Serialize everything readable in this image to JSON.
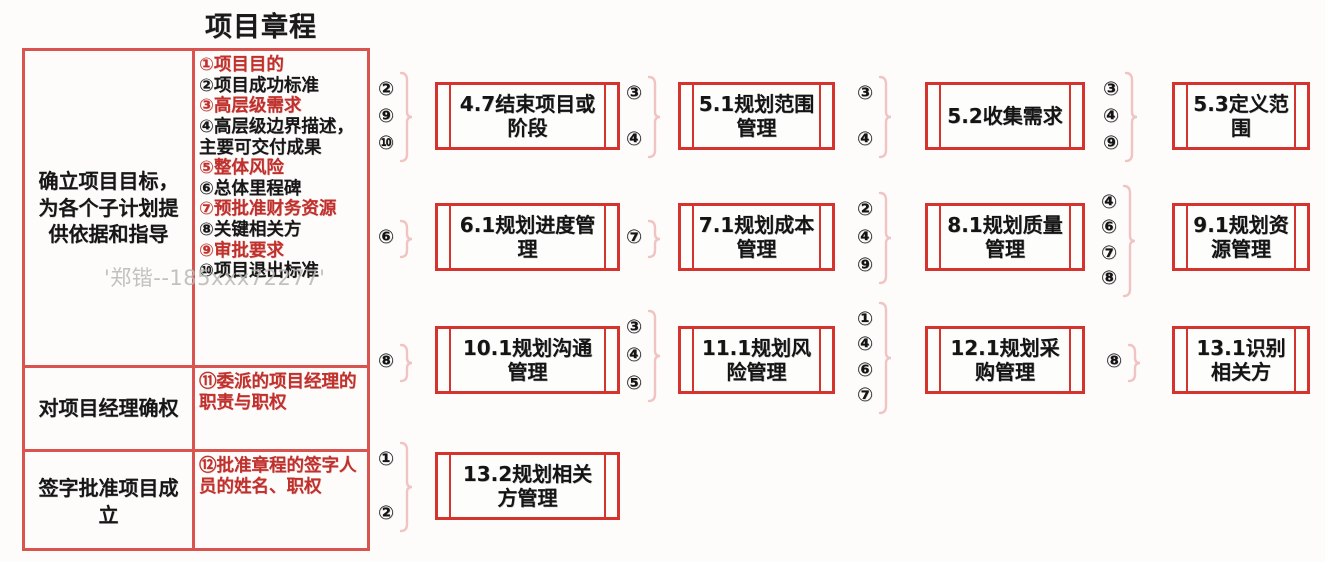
{
  "title": "项目章程",
  "watermark": "'郑锴--185xxx72277'",
  "colors": {
    "box_border": "#d4332e",
    "table_border": "#d9534f",
    "red_text": "#c0302c",
    "black_text": "#141414",
    "brace": "#efc4c2",
    "background": "#fdfcfb"
  },
  "charter_table": {
    "rows": [
      {
        "purpose": "确立项目目标，为各个子计划提供依据和指导",
        "contents": [
          {
            "num": "①",
            "text": "项目目的",
            "color": "red"
          },
          {
            "num": "②",
            "text": "项目成功标准",
            "color": "black"
          },
          {
            "num": "③",
            "text": "高层级需求",
            "color": "red"
          },
          {
            "num": "④",
            "text": "高层级边界描述，主要可交付成果",
            "color": "black"
          },
          {
            "num": "⑤",
            "text": "整体风险",
            "color": "red"
          },
          {
            "num": "⑥",
            "text": "总体里程碑",
            "color": "black"
          },
          {
            "num": "⑦",
            "text": "预批准财务资源",
            "color": "red"
          },
          {
            "num": "⑧",
            "text": "关键相关方",
            "color": "black"
          },
          {
            "num": "⑨",
            "text": "审批要求",
            "color": "red"
          },
          {
            "num": "⑩",
            "text": "项目退出标准",
            "color": "black"
          }
        ]
      },
      {
        "purpose": "对项目经理确权",
        "contents": [
          {
            "num": "⑪",
            "text": "委派的项目经理的职责与职权",
            "color": "red"
          }
        ]
      },
      {
        "purpose": "签字批准项目成立",
        "contents": [
          {
            "num": "⑫",
            "text": "批准章程的签字人员的姓名、职权",
            "color": "red"
          }
        ]
      }
    ]
  },
  "processes": [
    {
      "id": "p1",
      "label": "4.7结束项目或阶段",
      "inputs": [
        "②",
        "⑨",
        "⑩"
      ]
    },
    {
      "id": "p2",
      "label": "5.1规划范围管理",
      "inputs": [
        "③",
        "④"
      ]
    },
    {
      "id": "p3",
      "label": "5.2收集需求",
      "inputs": [
        "③",
        "④"
      ]
    },
    {
      "id": "p4",
      "label": "5.3定义范围",
      "inputs": [
        "③",
        "④",
        "⑨"
      ]
    },
    {
      "id": "p5",
      "label": "6.1规划进度管理",
      "inputs": [
        "⑥"
      ]
    },
    {
      "id": "p6",
      "label": "7.1规划成本管理",
      "inputs": [
        "⑦"
      ]
    },
    {
      "id": "p7",
      "label": "8.1规划质量管理",
      "inputs": [
        "②",
        "④",
        "⑨"
      ]
    },
    {
      "id": "p8",
      "label": "9.1规划资源管理",
      "inputs": [
        "④",
        "⑥",
        "⑦",
        "⑧"
      ]
    },
    {
      "id": "p9",
      "label": "10.1规划沟通管理",
      "inputs": [
        "⑧"
      ]
    },
    {
      "id": "p10",
      "label": "11.1规划风险管理",
      "inputs": [
        "③",
        "④",
        "⑤"
      ]
    },
    {
      "id": "p11",
      "label": "12.1规划采购管理",
      "inputs": [
        "①",
        "④",
        "⑥",
        "⑦"
      ]
    },
    {
      "id": "p12",
      "label": "13.1识别相关方",
      "inputs": [
        "⑧"
      ]
    },
    {
      "id": "p13",
      "label": "13.2规划相关方管理",
      "inputs": [
        "①",
        "②"
      ]
    }
  ]
}
